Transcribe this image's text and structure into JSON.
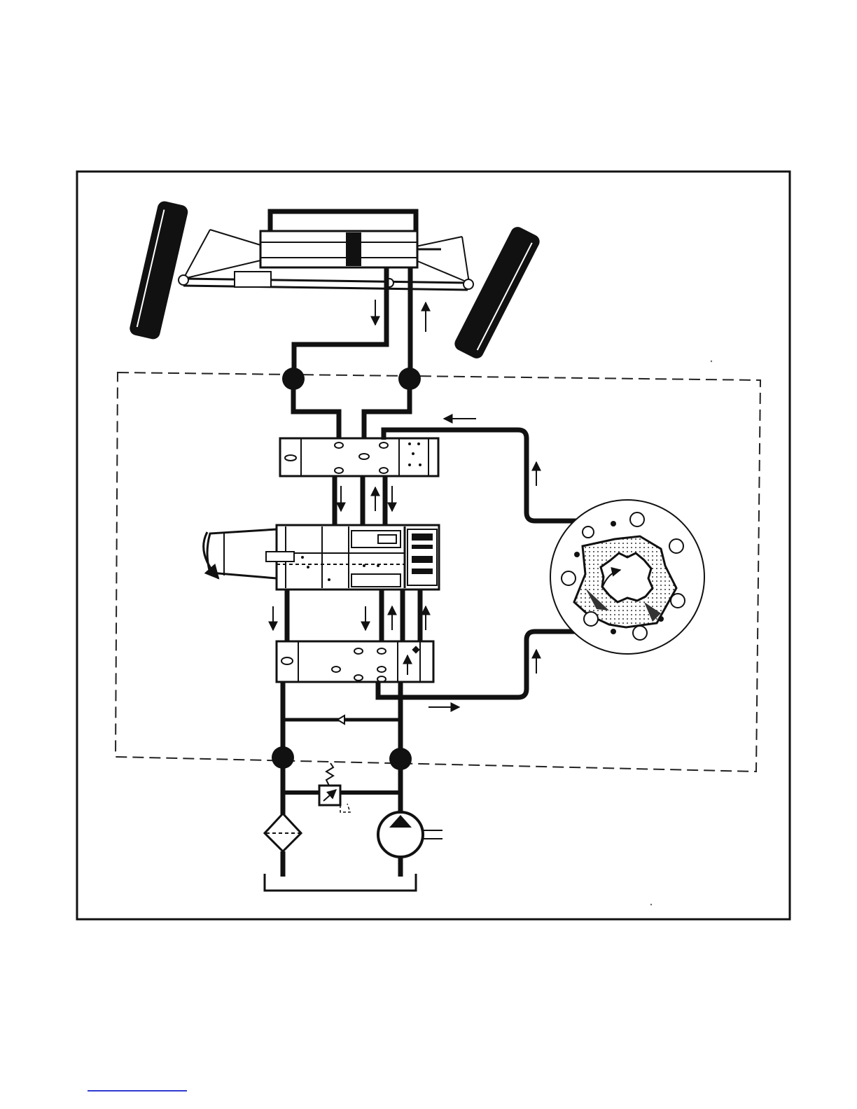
{
  "colors": {
    "ink": "#111111",
    "paper": "#ffffff",
    "link_rule": "#2f3bd0"
  },
  "diagram": {
    "kind": "hydraulic power steering schematic",
    "components": [
      "frame-border",
      "steering-axle",
      "left-wheel",
      "right-wheel",
      "steering-cylinder",
      "tie-rod-linkage",
      "unit-boundary",
      "upper-control-valve",
      "spool-sleeve-valve",
      "lower-control-valve",
      "gerotor-metering-unit",
      "check-valve",
      "relief-valve",
      "filter",
      "pump",
      "reservoir"
    ],
    "flow_directions": [
      "down",
      "up",
      "left",
      "up",
      "down",
      "up",
      "down",
      "down",
      "down",
      "up",
      "up",
      "up",
      "right"
    ]
  }
}
